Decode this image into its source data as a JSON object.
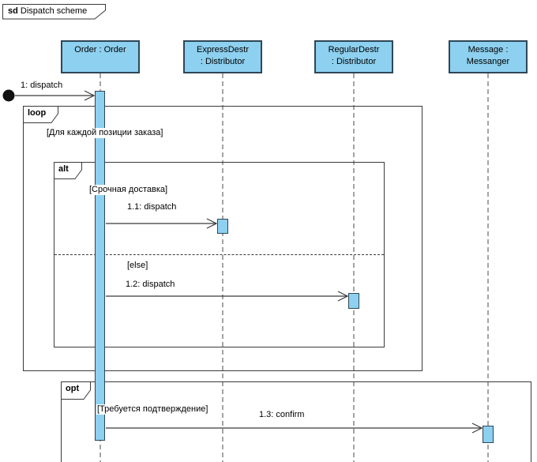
{
  "frame": {
    "keyword": "sd",
    "title": "Dispatch scheme"
  },
  "lifelines": [
    {
      "line1": "Order : Order",
      "line2": ""
    },
    {
      "line1": "ExpressDestr",
      "line2": ": Distributor"
    },
    {
      "line1": "RegularDestr",
      "line2": ": Distributor"
    },
    {
      "line1": "Message :",
      "line2": "Messanger"
    }
  ],
  "fragments": {
    "loop": {
      "operator": "loop",
      "guard": "[Для каждой позиции заказа]"
    },
    "alt": {
      "operator": "alt",
      "guard_if": "[Срочная доставка]",
      "guard_else": "[else]"
    },
    "opt": {
      "operator": "opt",
      "guard": "[Требуется подтверждение]"
    }
  },
  "messages": {
    "m1": "1: dispatch",
    "m1_1": "1.1: dispatch",
    "m1_2": "1.2: dispatch",
    "m1_3": "1.3: confirm"
  },
  "colors": {
    "shape_fill": "#8DD0EF",
    "shape_border": "#2E4757",
    "frame_line": "#3A3A3A",
    "text": "#000000",
    "background": "#FFFFFF"
  }
}
